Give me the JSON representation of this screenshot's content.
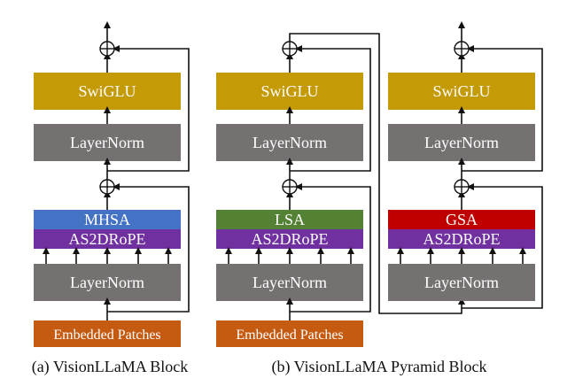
{
  "panels": {
    "a": {
      "caption": "(a) VisionLLaMA Block",
      "ffn": "SwiGLU",
      "norm_top": "LayerNorm",
      "attention": "MHSA",
      "rope": "AS2DRoPE",
      "norm_bottom": "LayerNorm",
      "input": "Embedded Patches"
    },
    "b": {
      "caption": "(b) VisionLLaMA Pyramid Block",
      "left": {
        "ffn": "SwiGLU",
        "norm_top": "LayerNorm",
        "attention": "LSA",
        "rope": "AS2DRoPE",
        "norm_bottom": "LayerNorm",
        "input": "Embedded Patches"
      },
      "right": {
        "ffn": "SwiGLU",
        "norm_top": "LayerNorm",
        "attention": "GSA",
        "rope": "AS2DRoPE",
        "norm_bottom": "LayerNorm"
      }
    }
  },
  "colors": {
    "swiglu": "#C49A06",
    "layernorm": "#757171",
    "mhsa": "#4472C4",
    "lsa": "#548235",
    "gsa": "#C00000",
    "rope": "#7030A0",
    "embedded": "#C55A11",
    "wire": "#111111"
  }
}
